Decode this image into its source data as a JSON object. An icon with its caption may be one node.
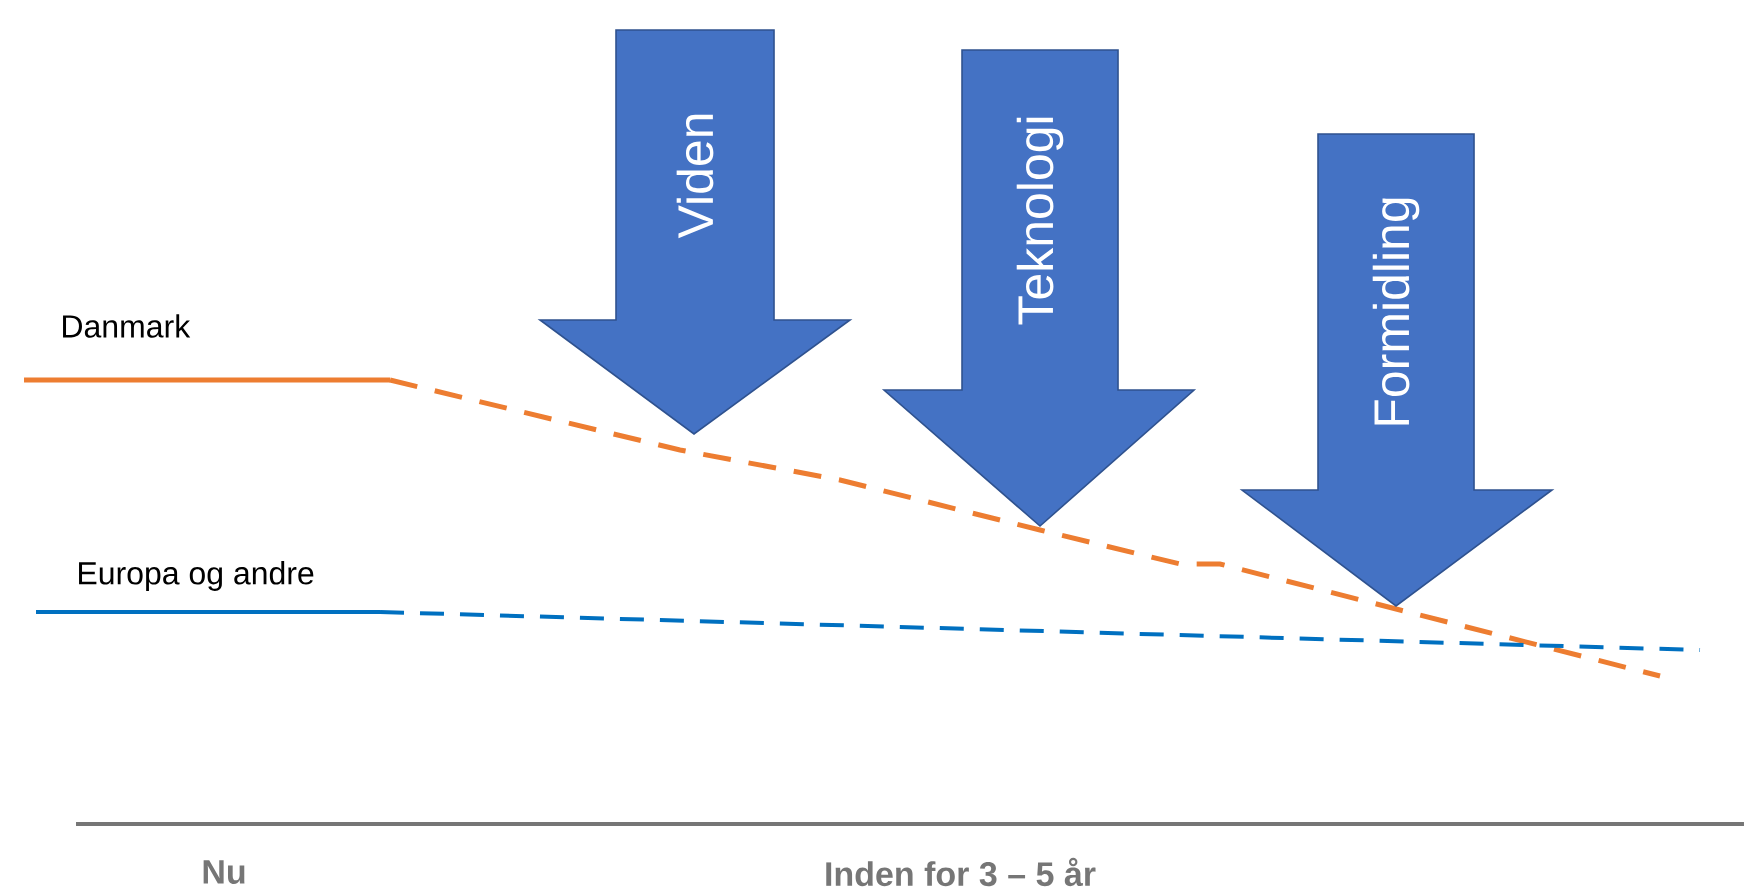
{
  "diagram": {
    "nodes": [
      {
        "text": [
          "Viden"
        ]
      },
      {
        "text": [
          "Teknologi"
        ]
      },
      {
        "text": [
          "Formidling"
        ]
      }
    ],
    "labels": [
      "Danmark",
      "Europa og andre",
      "Nu",
      "Inden for 3 – 5 år"
    ]
  }
}
